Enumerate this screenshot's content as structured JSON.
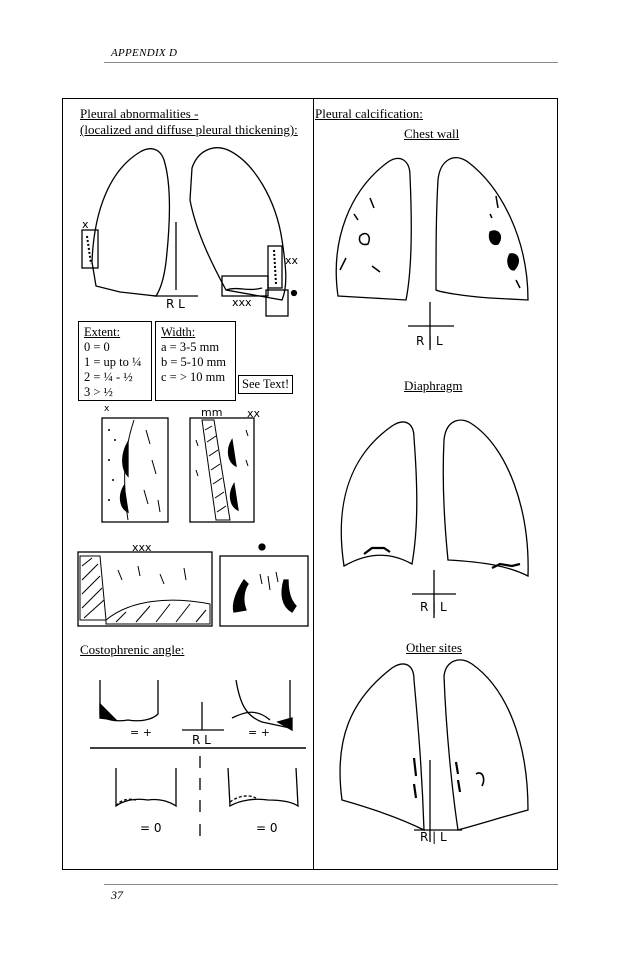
{
  "header": {
    "running_head": "APPENDIX D"
  },
  "footer": {
    "page_number": "37"
  },
  "left_panel": {
    "title_line1": "Pleural abnormalities -",
    "title_line2": "(localized and diffuse pleural thickening):",
    "marker_x": "x",
    "marker_xx": "xx",
    "marker_xxx": "xxx",
    "rl_label": "R L",
    "extent": {
      "heading": "Extent:",
      "rows": [
        "0 = 0",
        "1 = up to ¼",
        "2 = ¼ - ½",
        "3 > ½"
      ]
    },
    "width": {
      "heading": "Width:",
      "rows": [
        "a = 3-5 mm",
        "b = 5-10 mm",
        "c = > 10 mm"
      ]
    },
    "see_text": "See Text!",
    "detail_marker_x": "x",
    "detail_marker_mm": "mm",
    "detail_marker_xx": "xx",
    "detail_marker_xxx": "xxx",
    "costophrenic": {
      "heading": "Costophrenic angle:",
      "top_left_label": "= +",
      "top_right_label": "= +",
      "rl_label": "R L",
      "bottom_left_label": "= 0",
      "bottom_right_label": "= 0"
    }
  },
  "right_panel": {
    "title": "Pleural calcification:",
    "chest_wall": {
      "heading": "Chest wall",
      "rl_label": "R | L"
    },
    "diaphragm": {
      "heading": "Diaphragm",
      "rl_label": "R | L"
    },
    "other_sites": {
      "heading": "Other sites",
      "rl_label": "R | L"
    }
  }
}
